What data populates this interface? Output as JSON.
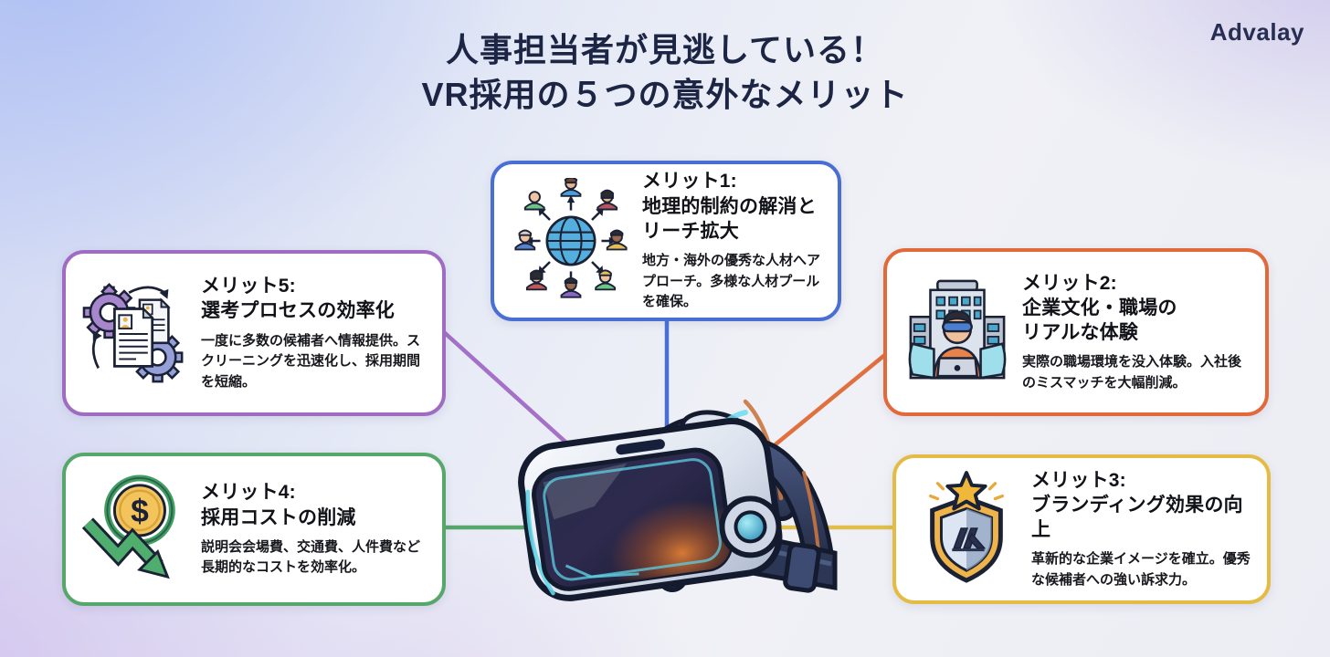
{
  "header": {
    "title_line1": "人事担当者が見逃している！",
    "title_line2": "VR採用の５つの意外なメリット",
    "brand": "Advalay"
  },
  "center": {
    "illustration": "vr-headset-illustration"
  },
  "cards": [
    {
      "id": "merit-1",
      "position": "top-center",
      "accent_color": "#4a6fd4",
      "icon": "globe-network-icon",
      "title": "メリット1:\n地理的制約の解消と\nリーチ拡大",
      "body": "地方・海外の優秀な人材へアプローチ。多様な人材プールを確保。"
    },
    {
      "id": "merit-2",
      "position": "right-top",
      "accent_color": "#e2693a",
      "icon": "vr-user-office-icon",
      "title": "メリット2:\n企業文化・職場の\nリアルな体験",
      "body": "実際の職場環境を没入体験。入社後のミスマッチを大幅削減。"
    },
    {
      "id": "merit-3",
      "position": "right-bottom",
      "accent_color": "#e4bc45",
      "icon": "shield-star-icon",
      "title": "メリット3:\nブランディング効果の向上",
      "body": "革新的な企業イメージを確立。優秀な候補者への強い訴求力。"
    },
    {
      "id": "merit-4",
      "position": "left-bottom",
      "accent_color": "#55a86a",
      "icon": "cost-reduction-icon",
      "title": "メリット4:\n採用コストの削減",
      "body": "説明会会場費、交通費、人件費など長期的なコストを効率化。"
    },
    {
      "id": "merit-5",
      "position": "left-top",
      "accent_color": "#a06cc2",
      "icon": "gears-documents-icon",
      "title": "メリット5:\n選考プロセスの効率化",
      "body": "一度に多数の候補者へ情報提供。スクリーニングを迅速化し、採用期間を短縮。"
    }
  ],
  "connectors": [
    {
      "to": "merit-1",
      "color": "#4a6fd4"
    },
    {
      "to": "merit-2",
      "color": "#e0703d"
    },
    {
      "to": "merit-3",
      "color": "#e0bd4d"
    },
    {
      "to": "merit-4",
      "color": "#57a66b"
    },
    {
      "to": "merit-5",
      "color": "#a470c8"
    }
  ],
  "icons": {
    "dollar_sign": "$"
  }
}
